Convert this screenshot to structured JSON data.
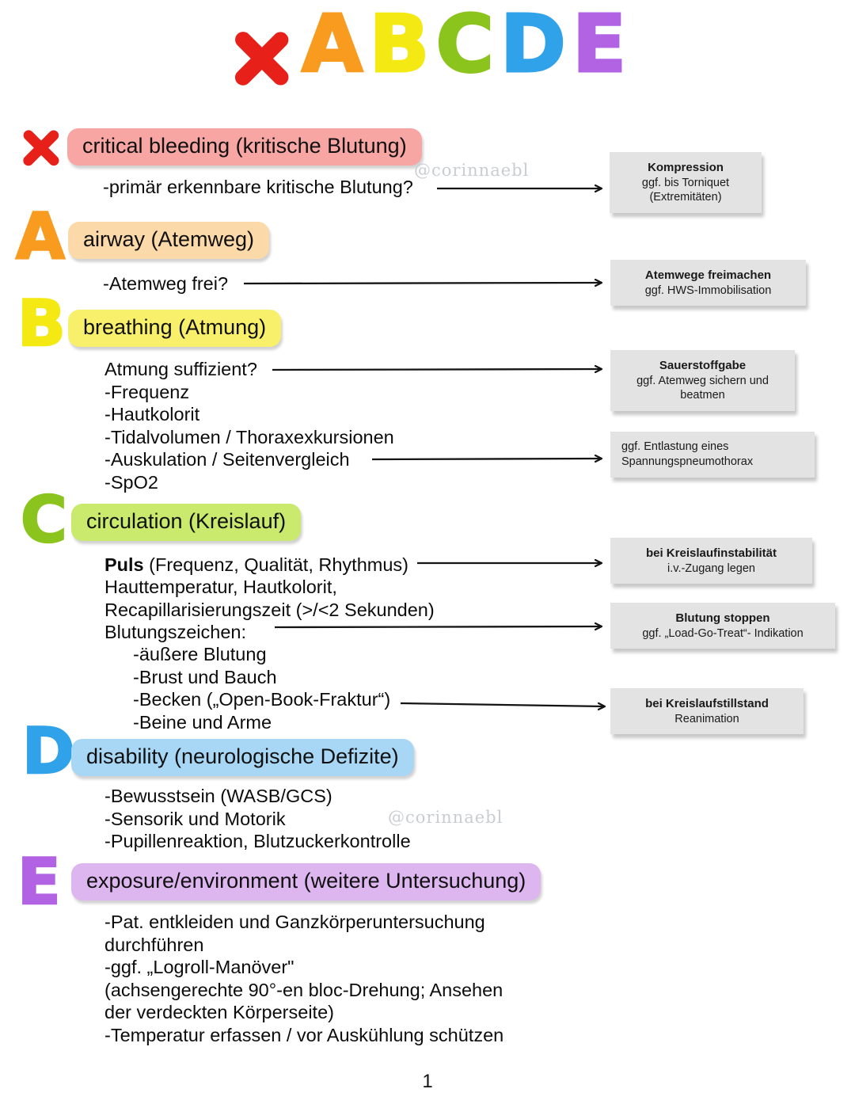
{
  "title": {
    "x_mark": "x",
    "letters": [
      {
        "char": "A",
        "color": "#f89b1f"
      },
      {
        "char": "B",
        "color": "#f4e913"
      },
      {
        "char": "C",
        "color": "#8cc41e"
      },
      {
        "char": "D",
        "color": "#30a2e9"
      },
      {
        "char": "E",
        "color": "#b163e3"
      }
    ]
  },
  "colors": {
    "x_red": "#e7201a",
    "highlight_critical": "#f7a6a3",
    "highlight_airway": "#fbd9a8",
    "highlight_breathing": "#f8f06a",
    "highlight_circulation": "#c9ea6c",
    "highlight_disability": "#a8d6f5",
    "highlight_exposure": "#ddb6f0",
    "action_box_gray": "#e3e3e3"
  },
  "watermark_text": "@corinnaebl",
  "page_number": "1",
  "sections": {
    "x": {
      "heading": "critical bleeding (kritische Blutung)",
      "question": "-primär erkennbare kritische Blutung?",
      "box": {
        "title": "Kompression",
        "line1": "ggf. bis Torniquet",
        "line2": "(Extremitäten)"
      }
    },
    "a": {
      "letter": "A",
      "heading": "airway (Atemweg)",
      "question": "-Atemweg frei?",
      "box": {
        "title": "Atemwege freimachen",
        "line1": "ggf. HWS-Immobilisation"
      }
    },
    "b": {
      "letter": "B",
      "heading": "breathing (Atmung)",
      "items": [
        "Atmung suffizient?",
        "-Frequenz",
        "-Hautkolorit",
        "-Tidalvolumen / Thoraxexkursionen",
        "-Auskulation / Seitenvergleich",
        "-SpO2"
      ],
      "box_oxygen": {
        "title": "Sauerstoffgabe",
        "line1": "ggf. Atemweg sichern und beatmen"
      },
      "box_tension": {
        "line1": "ggf. Entlastung eines",
        "line2": "Spannungspneumothorax"
      }
    },
    "c": {
      "letter": "C",
      "heading": "circulation (Kreislauf)",
      "pulse_bold": "Puls",
      "pulse_rest": " (Frequenz, Qualität, Rhythmus)",
      "items": [
        "Hauttemperatur, Hautkolorit,",
        "Recapillarisierungszeit (>/<2 Sekunden)",
        "Blutungszeichen:"
      ],
      "subitems": [
        "-äußere Blutung",
        "-Brust und Bauch",
        "-Becken („Open-Book-Fraktur“)",
        "-Beine und Arme"
      ],
      "box_instability": {
        "title": "bei Kreislaufinstabilität",
        "line1": "i.v.-Zugang legen"
      },
      "box_stop_bleeding": {
        "title": "Blutung stoppen",
        "line1": "ggf. „Load-Go-Treat“- Indikation"
      },
      "box_arrest": {
        "title": "bei Kreislaufstillstand",
        "line1": "Reanimation"
      }
    },
    "d": {
      "letter": "D",
      "heading": "disability (neurologische Defizite)",
      "items": [
        "-Bewusstsein (WASB/GCS)",
        "-Sensorik und Motorik",
        "-Pupillenreaktion, Blutzuckerkontrolle"
      ]
    },
    "e": {
      "letter": "E",
      "heading": "exposure/environment (weitere Untersuchung)",
      "items": [
        "-Pat. entkleiden und Ganzkörperuntersuchung",
        "durchführen",
        "-ggf. „Logroll-Manöver\"",
        "(achsengerechte 90°-en bloc-Drehung; Ansehen",
        "der verdeckten Körperseite)",
        "-Temperatur erfassen / vor Auskühlung schützen"
      ]
    }
  }
}
